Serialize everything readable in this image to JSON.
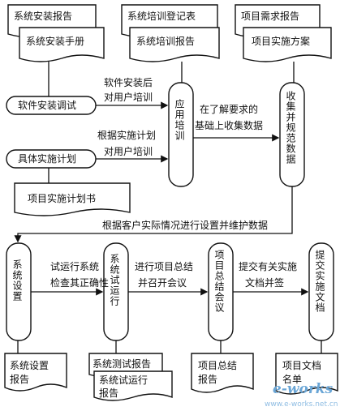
{
  "docs_top": [
    {
      "back": "系统安装报告",
      "front": "系统安装手册"
    },
    {
      "back": "系统培训登记表",
      "front": "系统培训报告"
    },
    {
      "back": "项目需求报告",
      "front": "项目实施方案"
    }
  ],
  "oval_install": "软件安装调试",
  "oval_plan": "具体实施计划",
  "doc_plan_book": "项目实施计划书",
  "edge_install_train": [
    "软件安装后",
    "对用户培训"
  ],
  "edge_plan_train": [
    "根据实施计划",
    "对用户培训"
  ],
  "box_train": "应用培训",
  "edge_train_collect": [
    "在了解要求的",
    "基础上收集数据"
  ],
  "box_collect": "收集并规范数据",
  "edge_collect_setup": "根据客户实际情况进行设置并维护数据",
  "box_setup": "系统设置",
  "edge_setup_trial": [
    "试运行系统",
    "检查其正确性"
  ],
  "box_trial": "系统试运行",
  "edge_trial_summary": [
    "进行项目总结",
    "并召开会议"
  ],
  "box_summary": "项目总结会议",
  "edge_summary_submit": [
    "提交有关实施",
    "文档并签"
  ],
  "box_submit": "提交实施文档",
  "docs_bottom": {
    "setup": [
      "系统设置",
      "报告"
    ],
    "trial_back": "系统测试报告",
    "trial_front": [
      "系统试运行",
      "报告"
    ],
    "summary": [
      "项目总结",
      "报告"
    ],
    "submit": [
      "项目文档",
      "名单"
    ]
  },
  "watermark": {
    "brand": "e-works",
    "site": "www.e-works.net.cn"
  }
}
